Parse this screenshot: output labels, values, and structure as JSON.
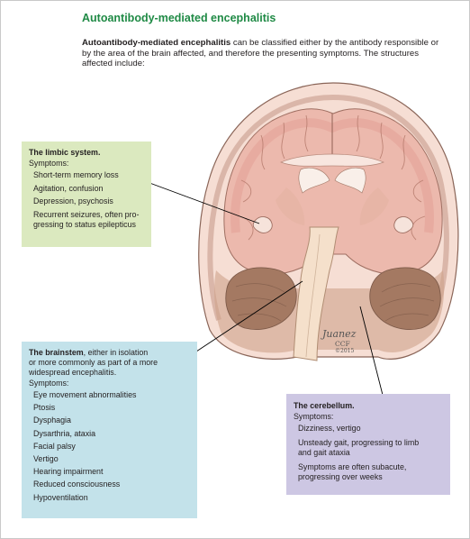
{
  "title": "Autoantibody-mediated encephalitis",
  "intro": {
    "bold": "Autoantibody-mediated encephalitis",
    "rest": " can be classified either by the antibody responsible or by the area of the brain affected, and therefore the presenting symptoms. The structures affected include:"
  },
  "limbic": {
    "heading": "The limbic system.",
    "symptoms_label": "Symptoms:",
    "items": [
      "Short-term memory loss",
      "Agitation, confusion",
      "Depression, psychosis",
      "Recurrent seizures, often pro-",
      "gressing to status epilepticus"
    ]
  },
  "brainstem": {
    "heading_bold": "The brainstem",
    "heading_rest": ", either in isolation",
    "heading_line2": "or more commonly as part of a more",
    "heading_line3": "widespread encephalitis.",
    "symptoms_label": "Symptoms:",
    "items": [
      "Eye movement abnormalities",
      "Ptosis",
      "Dysphagia",
      "Dysarthria, ataxia",
      "Facial palsy",
      "Vertigo",
      "Hearing impairment",
      "Reduced consciousness",
      "Hypoventilation"
    ]
  },
  "cerebellum": {
    "heading": "The cerebellum.",
    "symptoms_label": "Symptoms:",
    "items": [
      "Dizziness, vertigo",
      "Unsteady gait, progressing to limb",
      "and gait ataxia",
      "Symptoms are often subacute,",
      "progressing over weeks"
    ]
  },
  "signature": {
    "name": "Juanez",
    "org": "CCF",
    "year": "©2015"
  },
  "colors": {
    "title": "#1f8a45",
    "limbic_box": "#dbe9bf",
    "brainstem_box": "#c3e2ea",
    "cerebellum_box": "#cdc7e3"
  }
}
